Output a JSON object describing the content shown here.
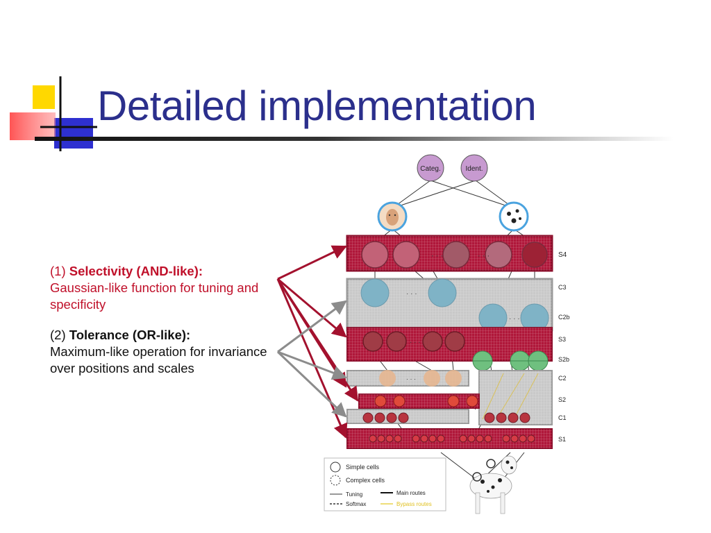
{
  "slide": {
    "title": "Detailed implementation"
  },
  "points": [
    {
      "number": "(1)",
      "heading": "Selectivity (AND-like):",
      "body": "Gaussian-like function for tuning and specificity"
    },
    {
      "number": "(2)",
      "heading": "Tolerance (OR-like):",
      "body": "Maximum-like operation for invariance over positions and scales"
    }
  ],
  "diagram": {
    "top_nodes": [
      "Categ.",
      "Ident."
    ],
    "layers": {
      "s4": "S4",
      "c3": "C3",
      "c2b": "C2b",
      "s3": "S3",
      "s2b": "S2b",
      "c2": "C2",
      "s2": "S2",
      "c1": "C1",
      "s1": "S1"
    },
    "legend": {
      "simple": "Simple cells",
      "complex": "Complex cells",
      "tuning": "Tuning",
      "softmax": "Softmax",
      "main": "Main routes",
      "bypass": "Bypass routes"
    }
  },
  "colors": {
    "title": "#2b2f8c",
    "selectivity": "#c0102a",
    "tolerance_arrow": "#8c8c8c",
    "layer_red": "#b0173a",
    "layer_gray": "#9a9a9a"
  }
}
